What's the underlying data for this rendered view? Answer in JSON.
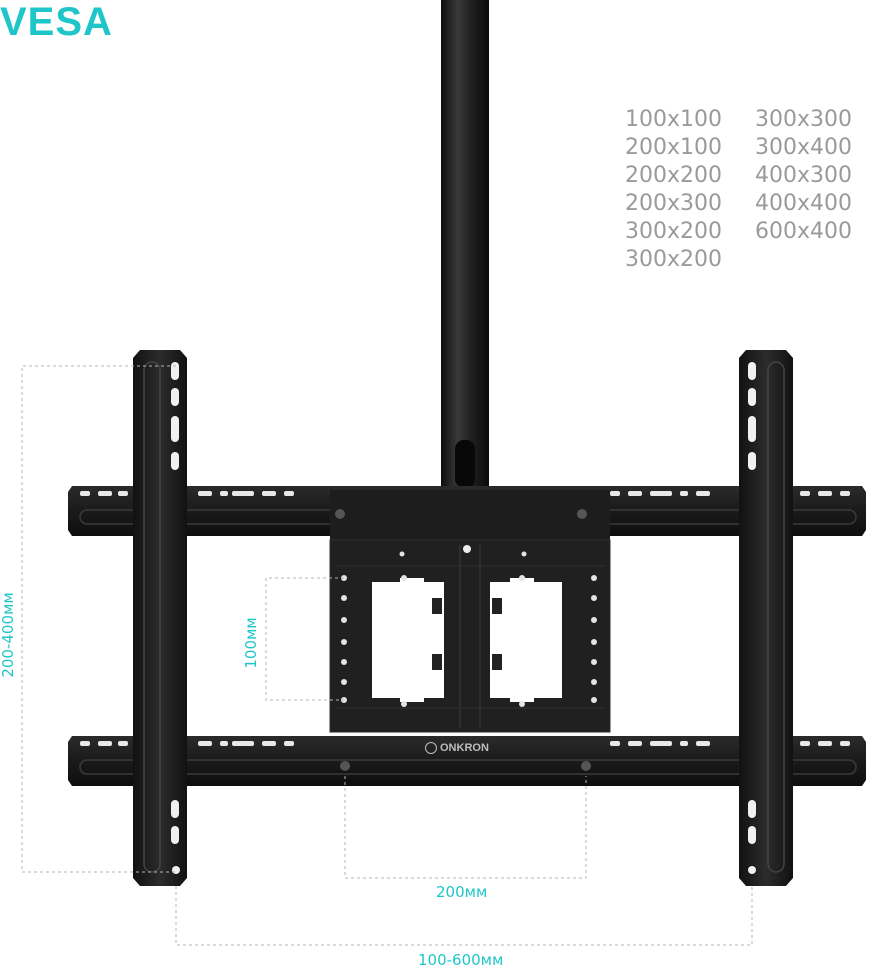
{
  "vesa": {
    "title": "VESA",
    "left_column": [
      "100x100",
      "200x100",
      "200x200",
      "200x300",
      "300x200",
      "300x200"
    ],
    "right_column": [
      "300x300",
      "300x400",
      "400x300",
      "400x400",
      "600x400"
    ]
  },
  "dimensions": {
    "vertical_range": "200-400мм",
    "plate_height": "100мм",
    "plate_width": "200мм",
    "horizontal_range": "100-600мм"
  },
  "brand": {
    "name": "ONKRON"
  },
  "colors": {
    "accent": "#1fc6c9",
    "metal": "#1c1c1c",
    "list_text": "#9a9a9a"
  }
}
